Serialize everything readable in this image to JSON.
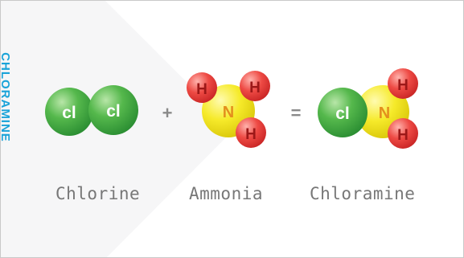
{
  "side_label": "CHLORAMINE",
  "operators": {
    "plus": "+",
    "equals": "="
  },
  "atoms": {
    "cl": "cl",
    "n": "N",
    "h": "H"
  },
  "captions": {
    "chlorine": "Chlorine",
    "ammonia": "Ammonia",
    "chloramine": "Chloramine"
  },
  "colors": {
    "chlorine_green": "#3fae45",
    "nitrogen_yellow": "#f2e41a",
    "hydrogen_red": "#e53b3b",
    "label_blue": "#1aa3d8",
    "text_gray": "#777777"
  }
}
